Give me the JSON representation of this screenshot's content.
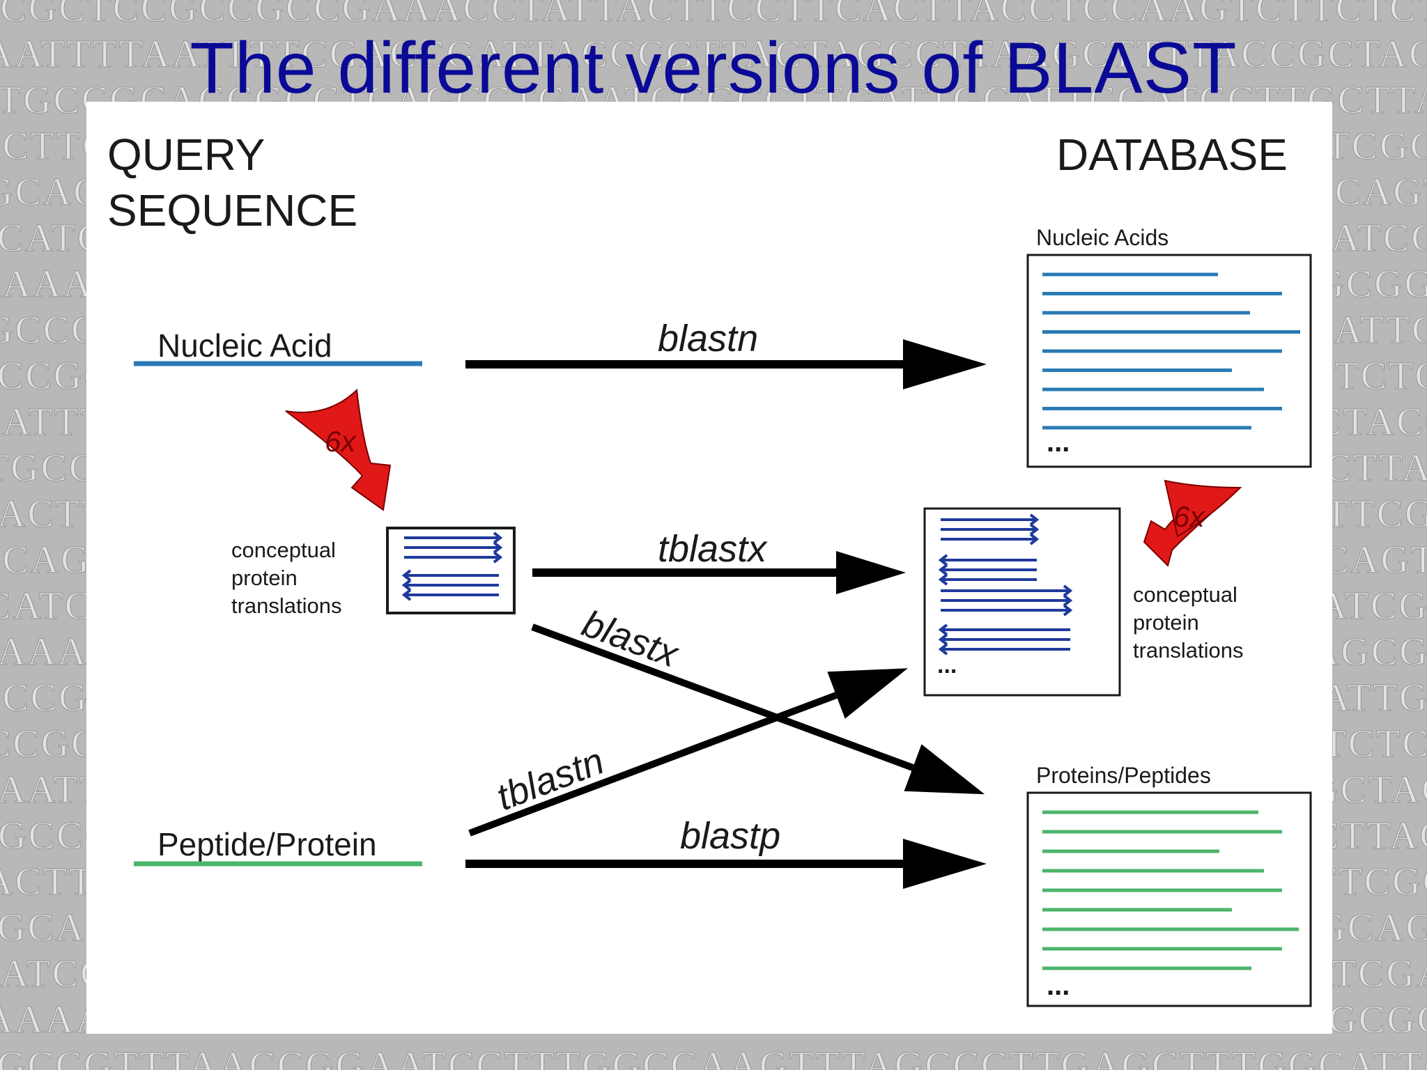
{
  "slide": {
    "title": "The different versions of BLAST"
  },
  "background": {
    "texture_rows": [
      "CCGCTCCGCCGCCGAAACCTATTACTTCCTTCACTTACCTCCAAGTCTTCTCTCCGAATTT",
      "AATTTTAATTTTCGACCGATTACCCGTTACTAGCCTTAAGCTTTTACCGCTACGAATTTTTT",
      "TGCCGCACCGCCTCAGCCTGAATCCGCCTTGATTGCATTCGATCCTTGCTTAGCCTGTTTCG",
      "ACTTGCAAGGCTTCAGTCCAGATTCGACGCTTACGGCTTAACCTGGATTCGCATTCCTGCAG",
      "GCAGATTTCAAGGCTCCCTTCGAGAATGGTTGCGACCTTTAGCCATTGCAGTTACCTATTTT",
      "CATCGAATTTTCCGGCATCGTACGGCTAGCTTTGCACGATTGCCTTGCATCGAACTTTTGTC",
      "AAAACCTCGGATTCCTGATTGCCATTGACGGATCCTTTGAACCGCTTAGCGGATTCCCGTTT",
      "GCCGTTTAACCGGAATCCTTTGGCCAAGTTTAGCCCTTGAGCTTTGGCATTGCCAACGTTGG"
    ]
  },
  "diagram": {
    "query_heading": [
      "QUERY",
      "SEQUENCE"
    ],
    "database_heading": "DATABASE",
    "query_nucleic": "Nucleic Acid",
    "query_peptide": "Peptide/Protein",
    "query_translation_label": [
      "conceptual",
      "protein",
      "translations"
    ],
    "db_translation_label": [
      "conceptual",
      "protein",
      "translations"
    ],
    "db_nucleic_title": "Nucleic Acids",
    "db_protein_title": "Proteins/Peptides",
    "ellipsis": "...",
    "six_frame_label": "6x",
    "programs": {
      "blastn": "blastn",
      "tblastx": "tblastx",
      "blastx": "blastx",
      "tblastn": "tblastn",
      "blastp": "blastp"
    },
    "colors": {
      "nucleic": "#2a7ab5",
      "protein": "#4ab56a",
      "translation": "#1f3a9c",
      "six_frame": "#e01818",
      "arrow": "#000000",
      "title": "#0a0a96"
    }
  }
}
